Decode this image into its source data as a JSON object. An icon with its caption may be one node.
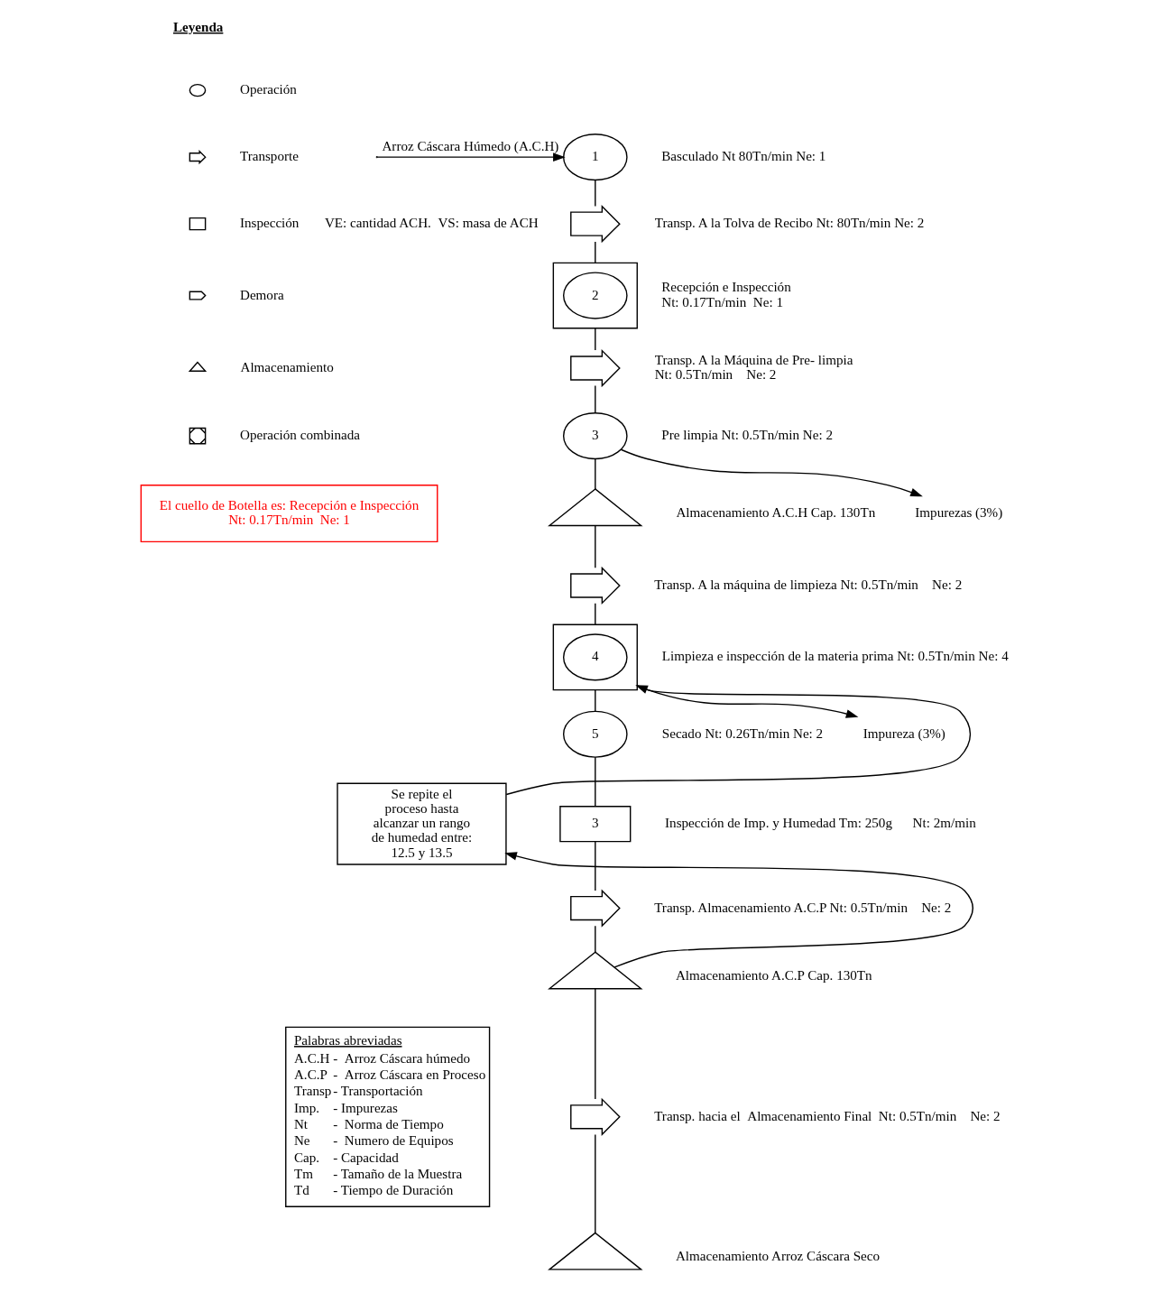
{
  "diagram": {
    "nodes": [
      {
        "text": [
          "1"
        ],
        "beside": [
          "Basculado Nt 80Tn/min Ne: 1"
        ]
      },
      {
        "text": [],
        "shape": "arrow",
        "beside": [
          "Transp. A la Tolva de Recibo Nt: 80Tn/min Ne: 2"
        ]
      },
      {
        "text": [],
        "shape": "box",
        "beside": [
          "Recepción e Inspección",
          "Nt: 0.17Tn/min  Ne: 1"
        ]
      },
      {
        "text": [
          "2"
        ],
        "in": 2
      },
      {
        "text": [],
        "shape": "arrow",
        "beside": [
          "Transp. A la Máquina de Pre- limpia",
          "Nt: 0.5Tn/min    Ne: 2"
        ]
      },
      {
        "text": [
          "3"
        ],
        "beside": [
          "Pre limpia Nt: 0.5Tn/min Ne: 2"
        ]
      },
      {
        "text": [
          "Impurezas (3%)"
        ]
      },
      {
        "text": [],
        "shape": "triangle",
        "beside": [
          "Almacenamiento A.C.H Cap. 130Tn"
        ]
      },
      {
        "text": [],
        "shape": "arrow",
        "beside": [
          "Transp. A la máquina de limpieza Nt: 0.5Tn/min    Ne: 2"
        ]
      },
      {
        "text": [],
        "shape": "box",
        "beside": [
          "Limpieza e inspección de la materia prima Nt: 0.5Tn/min Ne: 4"
        ]
      },
      {
        "text": [
          "4"
        ],
        "in": 9
      },
      {
        "text": [
          "Impureza (3%)"
        ]
      },
      {
        "text": [
          "5"
        ],
        "beside": [
          "Secado Nt: 0.26Tn/min Ne: 2"
        ]
      },
      {
        "text": [
          "3"
        ],
        "beside": [
          "Inspección de Imp. y Humedad Tm: 250g      Nt: 2m/min"
        ]
      },
      {
        "text": [],
        "shape": "arrow",
        "beside": [
          "Transp. Almacenamiento A.C.P Nt: 0.5Tn/min    Ne: 2"
        ]
      },
      {
        "text": [],
        "shape": "triangle",
        "beside": [
          "Almacenamiento A.C.P Cap. 130Tn"
        ]
      },
      {
        "text": [],
        "shape": "arrow",
        "beside": [
          "Transp. hacia el  Almacenamiento Final  Nt: 0.5Tn/min    Ne: 2"
        ]
      },
      {
        "text": [],
        "shape": "triangle",
        "beside": [
          "Almacenamiento Arroz Cáscara Seco"
        ]
      },
      {
        "text": [
          "Se repite el proceso hasta alcanzar un rango de humedad entre: 12.5 y 13.5"
        ]
      },
      {
        "text": [
          "El cuello de Botella es: Recepción e Inspección",
          "Nt: 0.17Tn/min  Ne: 1"
        ]
      }
    ],
    "edges": [
      {
        "from": null,
        "to": 0,
        "arrow": "to",
        "label": "Arroz Cáscara Húmedo (A.C.H)"
      },
      {
        "from": 0,
        "to": 1,
        "arrow": "none"
      },
      {
        "from": 1,
        "to": 2,
        "arrow": "none"
      },
      {
        "from": 2,
        "to": 4,
        "arrow": "none"
      },
      {
        "from": 4,
        "to": 5,
        "arrow": "none"
      },
      {
        "from": 5,
        "to": 6,
        "arrow": "to"
      },
      {
        "from": 5,
        "to": 7,
        "arrow": "none"
      },
      {
        "from": 7,
        "to": 8,
        "arrow": "none"
      },
      {
        "from": 8,
        "to": 9,
        "arrow": "none"
      },
      {
        "from": 9,
        "to": 11,
        "arrow": "to"
      },
      {
        "from": 9,
        "to": 12,
        "arrow": "none"
      },
      {
        "from": 12,
        "to": 13,
        "arrow": "none"
      },
      {
        "from": 13,
        "to": 14,
        "arrow": "none"
      },
      {
        "from": 14,
        "to": 15,
        "arrow": "none"
      },
      {
        "from": 15,
        "to": 18,
        "arrow": "to"
      },
      {
        "from": 18,
        "to": 9,
        "arrow": "to"
      },
      {
        "from": 15,
        "to": 16,
        "arrow": "none"
      },
      {
        "from": 16,
        "to": 17,
        "arrow": "none"
      }
    ],
    "labels": [
      "VE: cantidad ACH.  VS: masa de ACH",
      "Leyenda",
      "Palabras abreviadas",
      "A.C.H",
      "-  Arroz Cáscara húmedo",
      "A.C.P",
      "-  Arroz Cáscara en Proceso",
      "Transp",
      "- Transportación",
      "Imp.",
      "- Impurezas",
      "Nt",
      "-  Norma de Tiempo",
      "Ne",
      "-  Numero de Equipos",
      "Cap.",
      "- Capacidad",
      "Tm",
      "- Tamaño de la Muestra",
      "Td",
      "- Tiempo de Duración"
    ],
    "legend": [
      {
        "text": "Operación"
      },
      {
        "text": "Transporte"
      },
      {
        "text": "Inspección"
      },
      {
        "text": "Demora"
      },
      {
        "text": "Almacenamiento"
      },
      {
        "text": "Operación combinada"
      }
    ]
  }
}
